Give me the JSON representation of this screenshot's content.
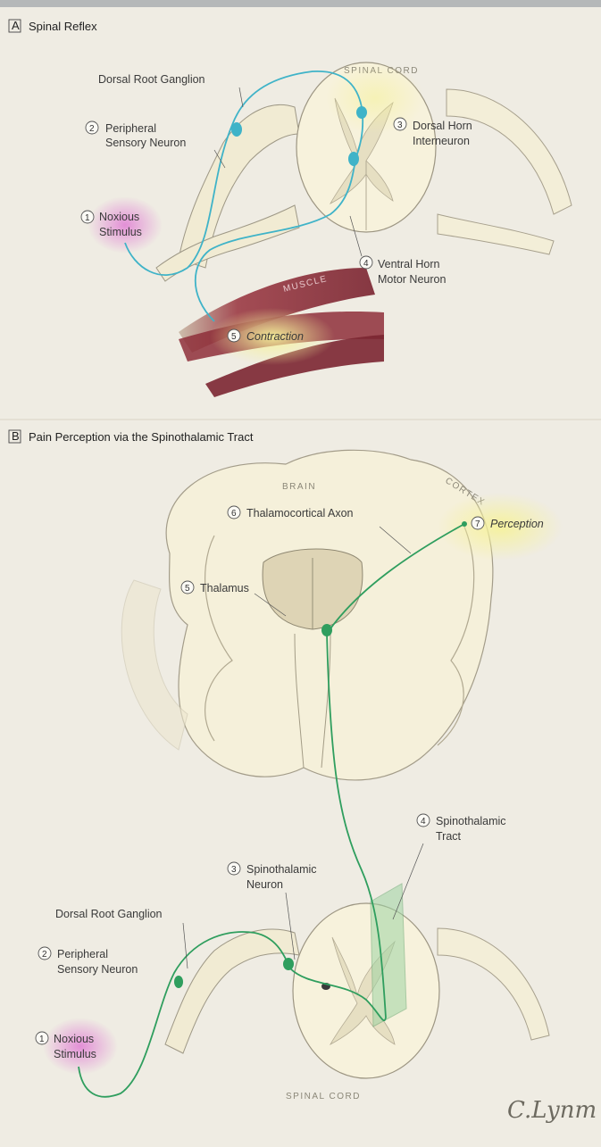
{
  "panel_a": {
    "letter": "A",
    "title": "Spinal Reflex",
    "spinal_cord": "SPINAL CORD",
    "muscle": "MUSCLE",
    "labels": {
      "dorsal_root_ganglion": "Dorsal Root Ganglion",
      "n2": "2",
      "peripheral_1": "Peripheral",
      "peripheral_2": "Sensory Neuron",
      "n3": "3",
      "dorsal_horn_1": "Dorsal Horn",
      "dorsal_horn_2": "Interneuron",
      "n1": "1",
      "noxious_1": "Noxious",
      "noxious_2": "Stimulus",
      "n4": "4",
      "ventral_1": "Ventral Horn",
      "ventral_2": "Motor Neuron",
      "n5": "5",
      "contraction": "Contraction"
    }
  },
  "panel_b": {
    "letter": "B",
    "title": "Pain Perception via the Spinothalamic Tract",
    "brain": "BRAIN",
    "cortex": "CORTEX",
    "spinal_cord": "SPINAL CORD",
    "labels": {
      "n6": "6",
      "thalamocortical": "Thalamocortical Axon",
      "n7": "7",
      "perception": "Perception",
      "n5": "5",
      "thalamus": "Thalamus",
      "n4": "4",
      "tract_1": "Spinothalamic",
      "tract_2": "Tract",
      "n3": "3",
      "stn_1": "Spinothalamic",
      "stn_2": "Neuron",
      "dorsal_root_ganglion": "Dorsal Root Ganglion",
      "n2": "2",
      "peripheral_1": "Peripheral",
      "peripheral_2": "Sensory Neuron",
      "n1": "1",
      "noxious_1": "Noxious",
      "noxious_2": "Stimulus"
    }
  },
  "signature": "C.Lynm",
  "colors": {
    "panel_a_neuron": "#3fb3c8",
    "panel_b_neuron": "#2f9e5e",
    "stimulus_glow": "#e07fd4",
    "perception_glow": "#f3f0a0",
    "muscle": "#9b3a44",
    "tissue": "#f4efd9"
  }
}
